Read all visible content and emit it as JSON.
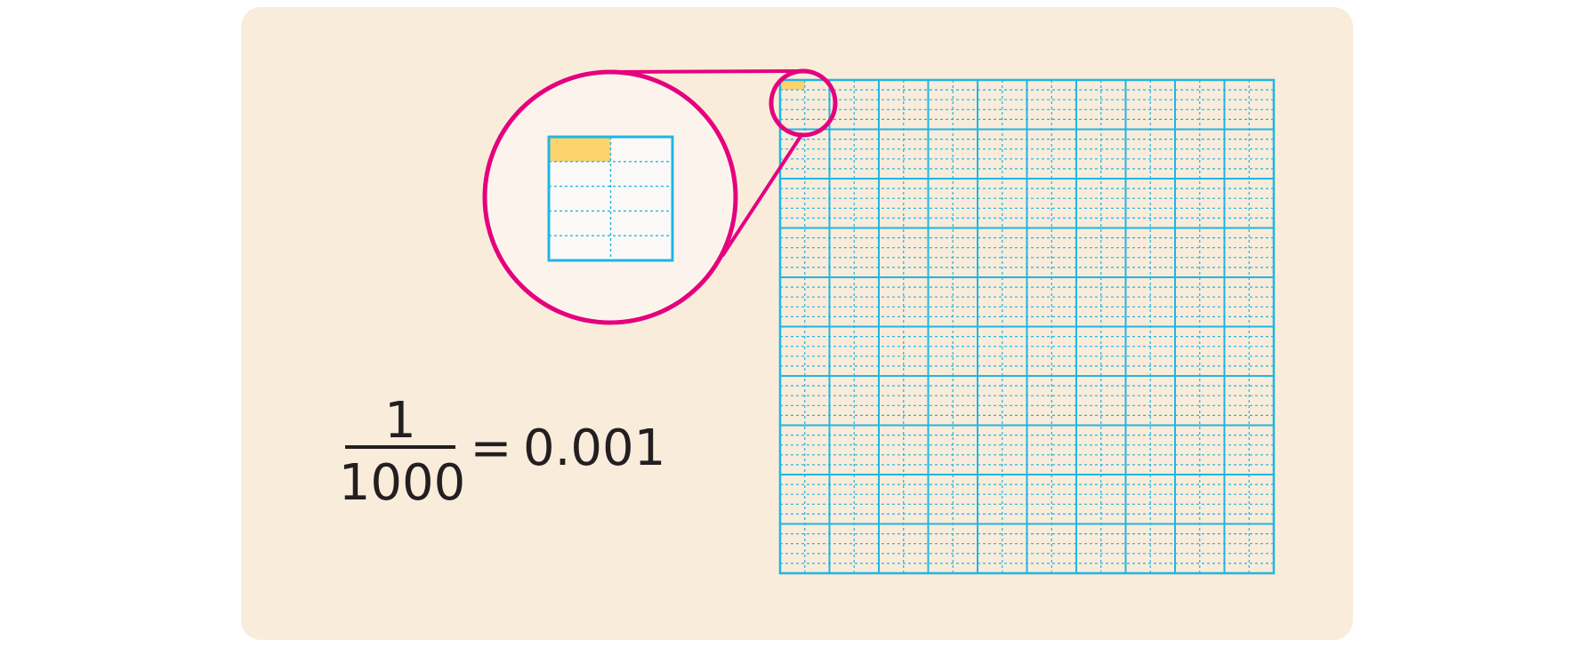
{
  "equation": {
    "numerator": "1",
    "denominator": "1000",
    "equals": "=",
    "result": "0.001"
  },
  "colors": {
    "panel": "#f9ecdb",
    "grid": "#1fb6e3",
    "magnifier": "#e5007e",
    "magnifier_fill": "#fcf4ec",
    "highlight": "#fdd36e",
    "cell_fill": "#fbf9f8",
    "text": "#231f20"
  },
  "grid": {
    "major_divisions": 10,
    "tenths_columns_per_major": 2,
    "rows_per_major": 5,
    "highlighted_parts": 1,
    "total_parts": 1000
  },
  "icons": {
    "magnifier": "magnifier-circle-icon"
  }
}
